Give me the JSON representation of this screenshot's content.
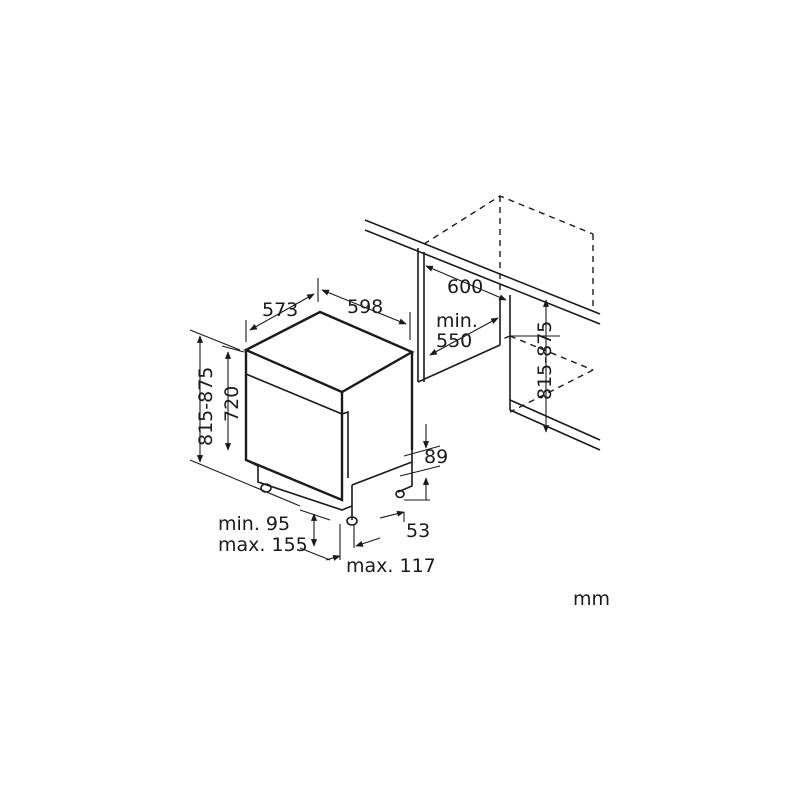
{
  "unit": "mm",
  "dimensions": {
    "depth": "573",
    "width": "598",
    "height_range": "815-875",
    "body_height": "720",
    "niche_width": "600",
    "niche_depth_min": "min.",
    "niche_depth_value": "550",
    "niche_height_range": "815-875",
    "plinth_gap": "89",
    "foot_offset": "53",
    "plinth_min": "min. 95",
    "plinth_max": "max. 155",
    "plinth_depth_max": "max. 117"
  }
}
